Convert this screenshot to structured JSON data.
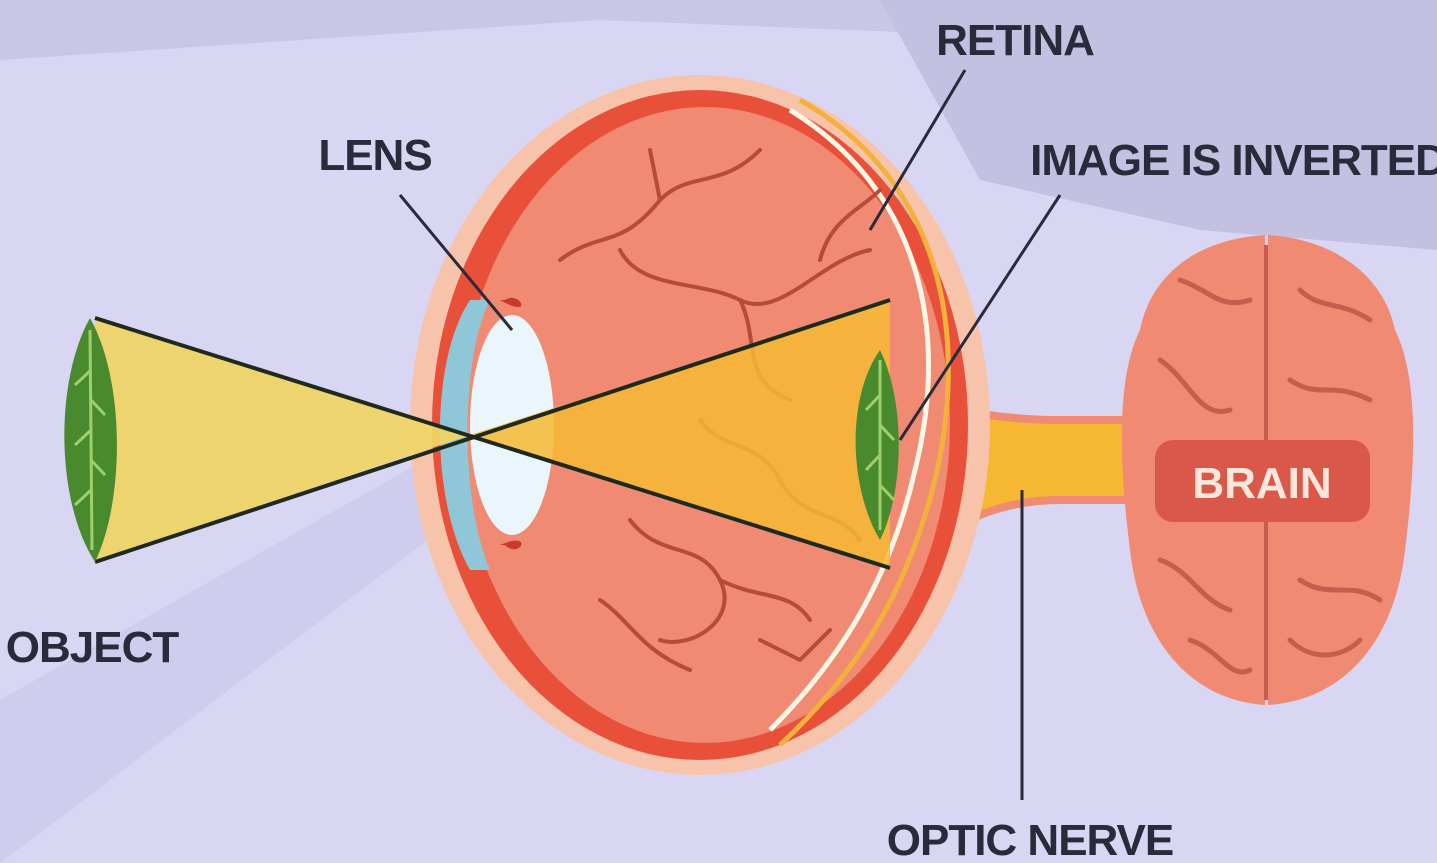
{
  "labels": {
    "retina": "RETINA",
    "lens": "LENS",
    "image_inverted": "IMAGE IS INVERTED",
    "object": "OBJECT",
    "optic_nerve": "OPTIC NERVE",
    "brain": "BRAIN"
  },
  "colors": {
    "background": "#d9d6f3",
    "eyeball": "#f08a72",
    "eye_rim": "#e8503a",
    "light_cone_outside": "#efd466",
    "light_cone_inside": "#f6b833",
    "optic_nerve": "#f6b833",
    "lens": "#eaf6fb",
    "cornea": "#8fc7d8",
    "leaf": "#4a8a2e",
    "brain": "#f08a72",
    "brain_label_bg": "#d9584a"
  }
}
